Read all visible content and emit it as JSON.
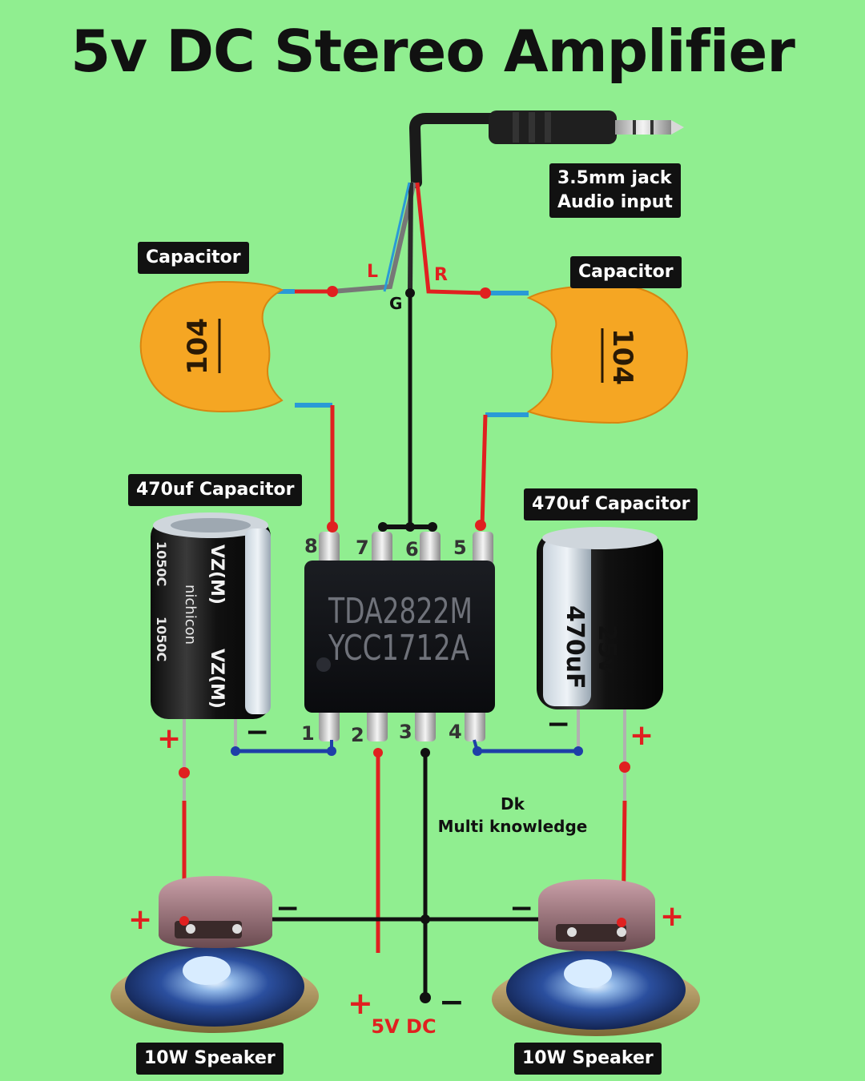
{
  "title": "5v DC Stereo Amplifier",
  "labels": {
    "jack_line1": "3.5mm jack",
    "jack_line2": "Audio input",
    "cap_left": "Capacitor",
    "cap_right": "Capacitor",
    "cap_code_left": "104",
    "cap_code_right": "104",
    "elec_left": "470uf Capacitor",
    "elec_right": "470uf Capacitor",
    "speaker_left": "10W Speaker",
    "speaker_right": "10W Speaker",
    "wire_left": "L",
    "wire_right": "R",
    "wire_ground": "G",
    "power": "5V DC",
    "plus": "+",
    "minus": "−"
  },
  "ic": {
    "line1": "TDA2822M",
    "line2": "YCC1712A",
    "pins_top": [
      "8",
      "7",
      "6",
      "5"
    ],
    "pins_bottom": [
      "1",
      "2",
      "3",
      "4"
    ]
  },
  "elec_left_print": {
    "a": "VZ(M)",
    "b": "1050C",
    "c": "nichicon"
  },
  "elec_right_print": {
    "a": "25v",
    "b": "470uF"
  },
  "watermark": {
    "line1": "Dk",
    "line2": "Multi knowledge"
  },
  "colors": {
    "background": "#90ee90",
    "wire_red": "#e02020",
    "wire_blue": "#1e3fa8",
    "wire_black": "#111111",
    "wire_lead": "#2a9ad6",
    "ceramic_cap": "#f5a623",
    "label_bg": "#111111"
  }
}
